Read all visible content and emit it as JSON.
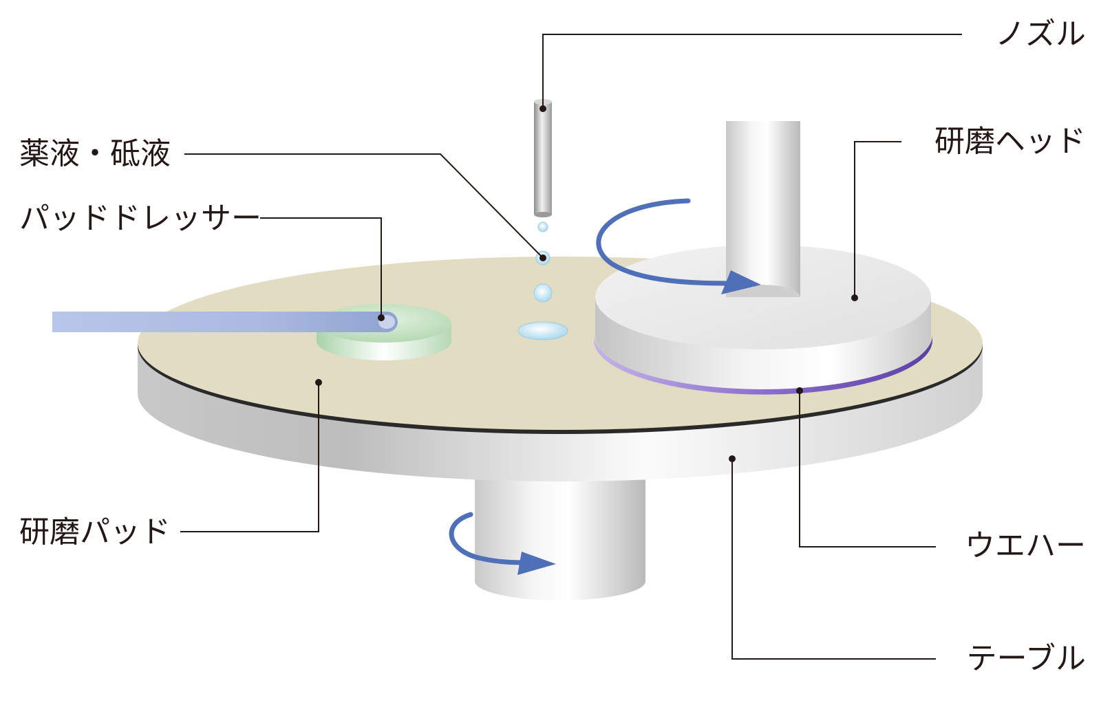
{
  "labels": {
    "nozzle": "ノズル",
    "chemical_slurry": "薬液・砥液",
    "pad_dresser": "パッドドレッサー",
    "polishing_head": "研磨ヘッド",
    "polishing_pad": "研磨パッド",
    "wafer": "ウエハー",
    "table": "テーブル"
  },
  "colors": {
    "pad_surface": "#e2dcc2",
    "table_side": "#d8d8d8",
    "dresser_arm": "#9fb2d9",
    "dresser_disc": "#b9dab8",
    "wafer": "#7b5bb8",
    "rotation_arrow": "#4f6fb8",
    "droplet": "#bfe3f2",
    "leader_line": "#231815"
  },
  "icons": {
    "head_rotation": "rotation-arrow-icon",
    "table_rotation": "rotation-arrow-icon"
  }
}
